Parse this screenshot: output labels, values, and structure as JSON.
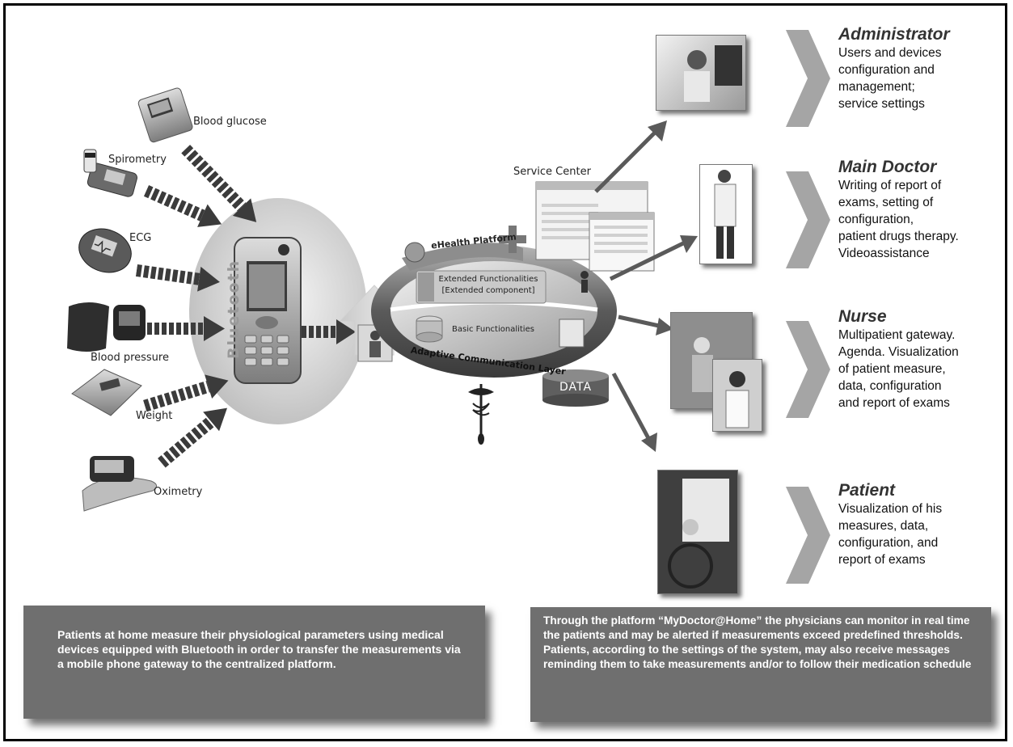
{
  "devices": {
    "blood_glucose": "Blood glucose",
    "spirometry": "Spirometry",
    "ecg": "ECG",
    "blood_pressure": "Blood pressure",
    "weight": "Weight",
    "oximetry": "Oximetry"
  },
  "phone": {
    "bluetooth": "Bluetooth"
  },
  "platform": {
    "service_center": "Service Center",
    "ehealth_platform": "eHealth Platform",
    "extended_line1": "Extended Functionalities",
    "extended_line2": "[Extended component]",
    "basic": "Basic Functionalities",
    "adaptive_layer": "Adaptive Communication Layer",
    "data": "DATA"
  },
  "roles": [
    {
      "title": "Administrator",
      "lines": [
        "Users and devices",
        "configuration and",
        "management;",
        "service settings"
      ]
    },
    {
      "title": "Main Doctor",
      "lines": [
        "Writing of report of",
        "exams, setting of",
        "configuration,",
        "patient drugs therapy.",
        "Videoassistance"
      ]
    },
    {
      "title": "Nurse",
      "lines": [
        "Multipatient gateway.",
        "Agenda. Visualization",
        "of patient measure,",
        "data, configuration",
        "and report of exams"
      ]
    },
    {
      "title": "Patient",
      "lines": [
        "Visualization of his",
        "measures, data,",
        "configuration, and",
        "report of exams"
      ]
    }
  ],
  "bottom_left": {
    "text": "Patients at home measure their physiological parameters using medical devices equipped with Bluetooth in order to transfer the measurements via a mobile phone gateway to the centralized platform."
  },
  "bottom_right": {
    "para1": "Through the platform “MyDoctor@Home” the physicians can monitor in real time the patients and may be alerted if measurements exceed predefined thresholds.",
    "para2": "Patients, according to the settings of the system, may also receive messages reminding them to take measurements and/or to follow their medication schedule"
  },
  "colors": {
    "box": "#6f6f6f",
    "arrow": "#5a5a5a",
    "chevron": "#9a9a9a"
  }
}
